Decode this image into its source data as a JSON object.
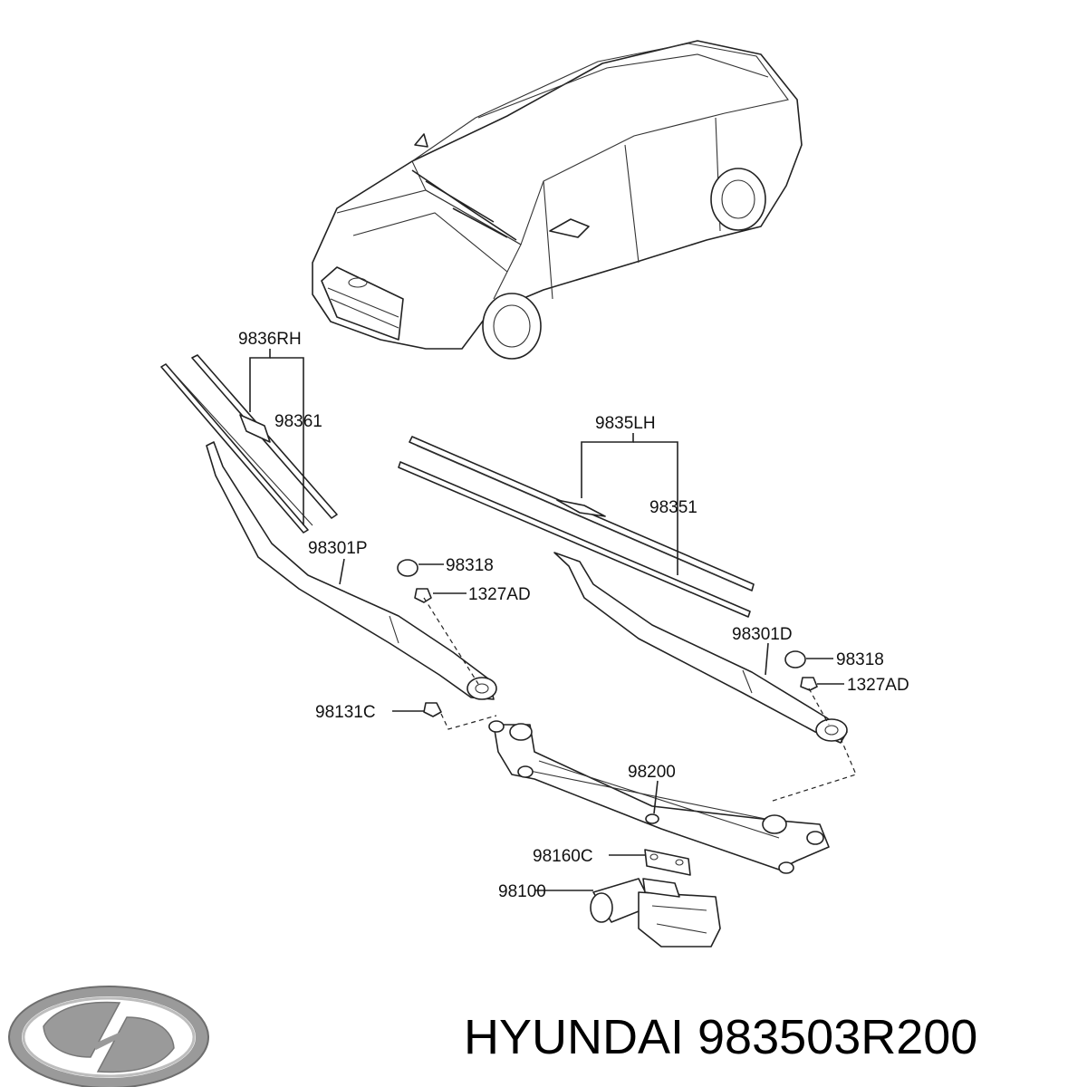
{
  "callouts": {
    "blade_rh_assy": "9836RH",
    "blade_rh_refill": "98361",
    "blade_lh_assy": "9835LH",
    "blade_lh_refill": "98351",
    "arm_passenger": "98301P",
    "cap_left": "98318",
    "nut_left": "1327AD",
    "arm_driver": "98301D",
    "cap_right": "98318",
    "nut_right": "1327AD",
    "pivot_nut": "98131C",
    "linkage": "98200",
    "bracket": "98160C",
    "motor": "98100"
  },
  "caption": {
    "text": "HYUNDAI 983503R200"
  },
  "logo": {
    "brand": "HYUNDAI",
    "icon": "hyundai-logo-icon"
  },
  "colors": {
    "line": "#222222",
    "background": "#ffffff",
    "logo_fill": "#9a9a9a"
  }
}
